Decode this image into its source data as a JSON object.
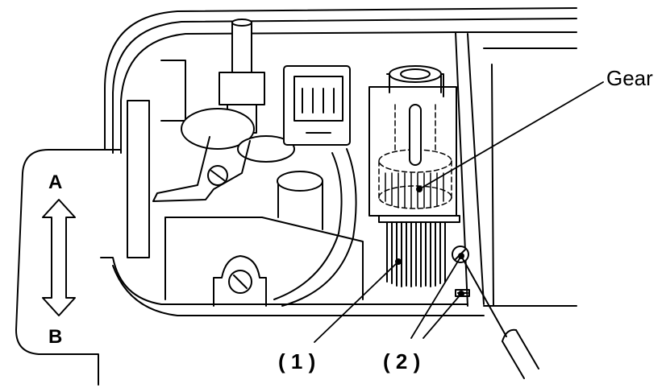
{
  "labels": {
    "gear": "Gear",
    "direction_top": "A",
    "direction_bottom": "B",
    "callout_1": "( 1 )",
    "callout_2": "( 2 )"
  },
  "colors": {
    "line": "#000000",
    "background": "#ffffff",
    "shade": "#e6e6e6"
  }
}
